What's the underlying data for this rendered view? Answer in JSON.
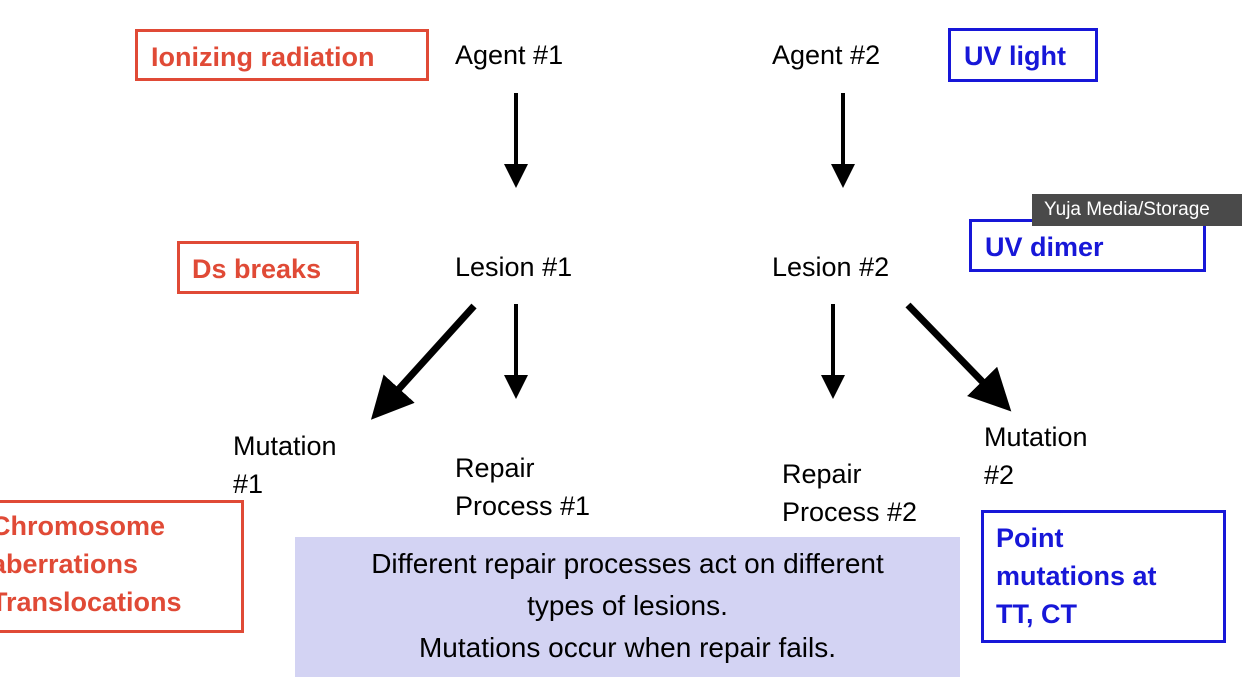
{
  "agents": {
    "agent1": "Agent #1",
    "agent2": "Agent #2"
  },
  "lesions": {
    "lesion1": "Lesion #1",
    "lesion2": "Lesion #2"
  },
  "mutations": {
    "mutation1": [
      "Mutation",
      "#1"
    ],
    "mutation2": [
      "Mutation",
      "#2"
    ]
  },
  "repairs": {
    "repair1": [
      "Repair",
      "Process #1"
    ],
    "repair2": [
      "Repair",
      "Process #2"
    ]
  },
  "red_boxes": {
    "agent1": "Ionizing radiation",
    "lesion1": "Ds breaks",
    "mutation1": [
      "Chromosome",
      "aberrations",
      "Translocations"
    ]
  },
  "blue_boxes": {
    "agent2": "UV light",
    "lesion2": "UV dimer",
    "mutation2": [
      "Point",
      "mutations at",
      "TT, CT"
    ]
  },
  "note": {
    "lines": [
      "Different repair processes act on different",
      "types of lesions.",
      "Mutations occur when repair fails."
    ]
  },
  "tooltip": "Yuja Media/Storage",
  "colors": {
    "red": "#e04a36",
    "blue": "#1717d8",
    "note_bg": "#d3d3f3"
  }
}
